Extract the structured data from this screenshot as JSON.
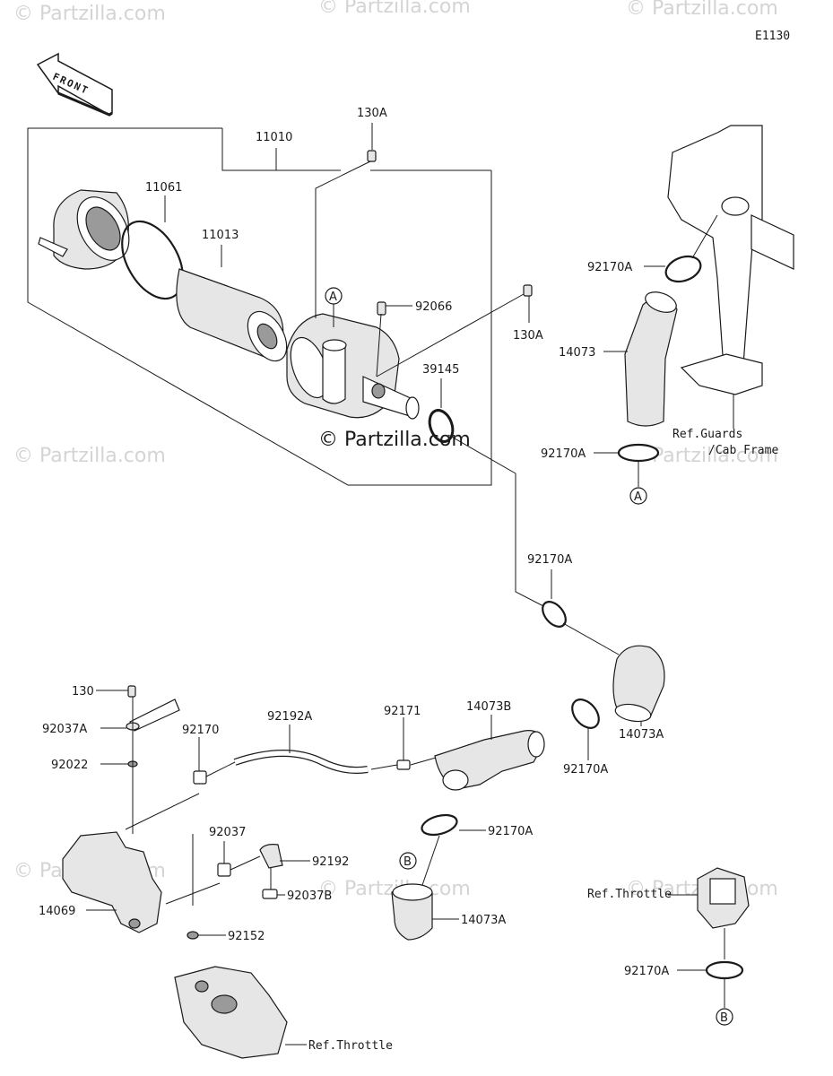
{
  "diagram_code": "E1130",
  "watermarks": {
    "top_left": "© Partzilla.com",
    "top_center": "© Partzilla.com",
    "top_right": "© Partzilla.com",
    "mid_left": "© Partzilla.com",
    "mid_right": "© Partzilla.com",
    "lower_left": "© Partzilla.com",
    "lower_center": "© Partzilla.com",
    "lower_right": "© Partzilla.com",
    "center": "© Partzilla.com"
  },
  "front_arrow": "FRONT",
  "callouts": {
    "p11010": "11010",
    "p11061": "11061",
    "p11013": "11013",
    "p130A_top": "130A",
    "p92066": "92066",
    "p130A_right": "130A",
    "p39145": "39145",
    "p92170A_upper": "92170A",
    "p14073": "14073",
    "p92170A_lower": "92170A",
    "ref_guards": "Ref.Guards",
    "ref_cab_frame": "/Cab Frame",
    "p92170A_mid": "92170A",
    "p130": "130",
    "p92037A": "92037A",
    "p92022": "92022",
    "p92170": "92170",
    "p92192A": "92192A",
    "p92171": "92171",
    "p14073B": "14073B",
    "p14073A_right": "14073A",
    "p92170A_center": "92170A",
    "p92170A_hose": "92170A",
    "p92037": "92037",
    "p92192": "92192",
    "p92037B": "92037B",
    "p14069": "14069",
    "p92152": "92152",
    "p14073A_lower": "14073A",
    "ref_throttle_right": "Ref.Throttle",
    "p92170A_bottom": "92170A",
    "ref_throttle_bottom": "Ref.Throttle"
  },
  "markers": {
    "marker_A_top": "A",
    "marker_A_right": "A",
    "marker_B_left": "B",
    "marker_B_right": "B"
  }
}
